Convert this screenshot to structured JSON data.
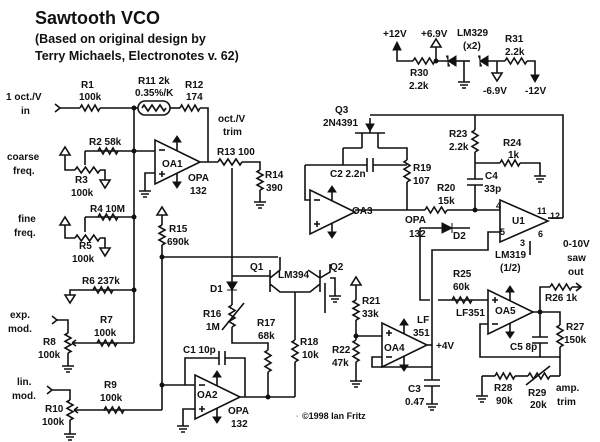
{
  "title": "Sawtooth VCO",
  "subtitle": [
    "(Based on original design by",
    "Terry Michaels, Electronotes v. 62)"
  ],
  "copyright": "©1998 Ian Fritz",
  "labels": {
    "in1": "1 oct./V",
    "in2": "in",
    "r1": "R1",
    "r1v": "100k",
    "r11": "R11 2k",
    "r11v": "0.35%/K",
    "r12": "R12",
    "r12v": "174",
    "trim1": "oct./V",
    "trim2": "trim",
    "r2": "R2 58k",
    "coarse1": "coarse",
    "coarse2": "freq.",
    "r3": "R3",
    "r3v": "100k",
    "oa1": "OA1",
    "oa1t1": "OPA",
    "oa1t2": "132",
    "r13": "R13 100",
    "r14": "R14",
    "r14v": "390",
    "r4": "R4 10M",
    "fine1": "fine",
    "fine2": "freq.",
    "r5": "R5",
    "r5v": "100k",
    "r15": "R15",
    "r15v": "690k",
    "r6": "R6 237k",
    "q1": "Q1",
    "lm394": "LM394",
    "q2": "Q2",
    "d1": "D1",
    "exp1": "exp.",
    "exp2": "mod.",
    "r7": "R7",
    "r7v": "100k",
    "r8": "R8",
    "r8v": "100k",
    "r16": "R16",
    "r16v": "1M",
    "r17": "R17",
    "r17v": "68k",
    "r18": "R18",
    "r18v": "10k",
    "c1": "C1 10p",
    "lin1": "lin.",
    "lin2": "mod.",
    "r9": "R9",
    "r9v": "100k",
    "r10": "R10",
    "r10v": "100k",
    "oa2": "OA2",
    "oa2t1": "OPA",
    "oa2t2": "132",
    "q3": "Q3",
    "q3v": "2N4391",
    "r23": "R23",
    "r23v": "2.2k",
    "r24": "R24",
    "r24v": "1k",
    "c2": "C2 2.2n",
    "r19": "R19",
    "r19v": "107",
    "c4": "C4",
    "c4v": "33p",
    "r20": "R20",
    "r20v": "15k",
    "oa3": "OA3",
    "oa3t1": "OPA",
    "oa3t2": "132",
    "p4": "4",
    "p11": "11",
    "p12": "12",
    "p5": "5",
    "p6": "6",
    "p3": "3",
    "u1": "U1",
    "d2": "D2",
    "lm319": "LM319",
    "lm319h": "(1/2)",
    "out1": "0-10V",
    "out2": "saw",
    "out3": "out",
    "r25": "R25",
    "r25v": "60k",
    "lf351": "LF351",
    "oa5": "OA5",
    "r26": "R26 1k",
    "r27": "R27",
    "r27v": "150k",
    "c5": "C5 8p",
    "r21": "R21",
    "r21v": "33k",
    "lf": "LF",
    "lf351b": "351",
    "oa4": "OA4",
    "v4": "+4V",
    "r22": "R22",
    "r22v": "47k",
    "c3": "C3",
    "c3v": "0.47",
    "r28": "R28",
    "r28v": "90k",
    "r29": "R29",
    "r29v": "20k",
    "amp1": "amp.",
    "amp2": "trim",
    "p12v": "+12V",
    "p69v": "+6.9V",
    "lm329": "LM329",
    "lm329x": "(x2)",
    "r31": "R31",
    "r31v": "2.2k",
    "r30": "R30",
    "r30v": "2.2k",
    "m69v": "-6.9V",
    "m12v": "-12V"
  }
}
